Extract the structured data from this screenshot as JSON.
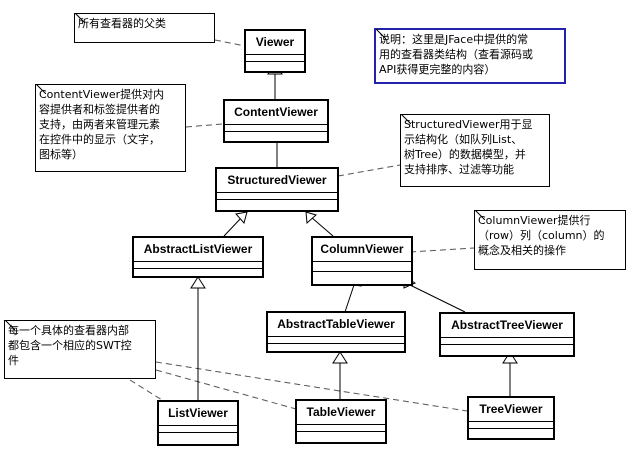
{
  "classes": {
    "viewer": "Viewer",
    "content_viewer": "ContentViewer",
    "structured_viewer": "StructuredViewer",
    "abstract_list_viewer": "AbstractListViewer",
    "column_viewer": "ColumnViewer",
    "abstract_table_viewer": "AbstractTableViewer",
    "abstract_tree_viewer": "AbstractTreeViewer",
    "list_viewer": "ListViewer",
    "table_viewer": "TableViewer",
    "tree_viewer": "TreeViewer"
  },
  "notes": {
    "viewer_note": "所有查看器的父类",
    "legend_note": "说明：这里是JFace中提供的常\n用的查看器类结构（查看源码或\nAPI获得更完整的内容）",
    "content_viewer_note": "ContentViewer提供对内\n容提供者和标签提供者的\n支持，由两者来管理元素\n在控件中的显示（文字，\n图标等）",
    "structured_viewer_note": "StructuredViewer用于显\n示结构化（如队列List、\n树Tree）的数据模型，并\n支持排序、过滤等功能",
    "column_viewer_note": "ColumnViewer提供行\n（row）列（column）的\n概念及相关的操作",
    "swt_note": "每一个具体的查看器内部\n都包含一个相应的SWT控\n件"
  },
  "colors": {
    "legend_border": "#2222aa"
  }
}
